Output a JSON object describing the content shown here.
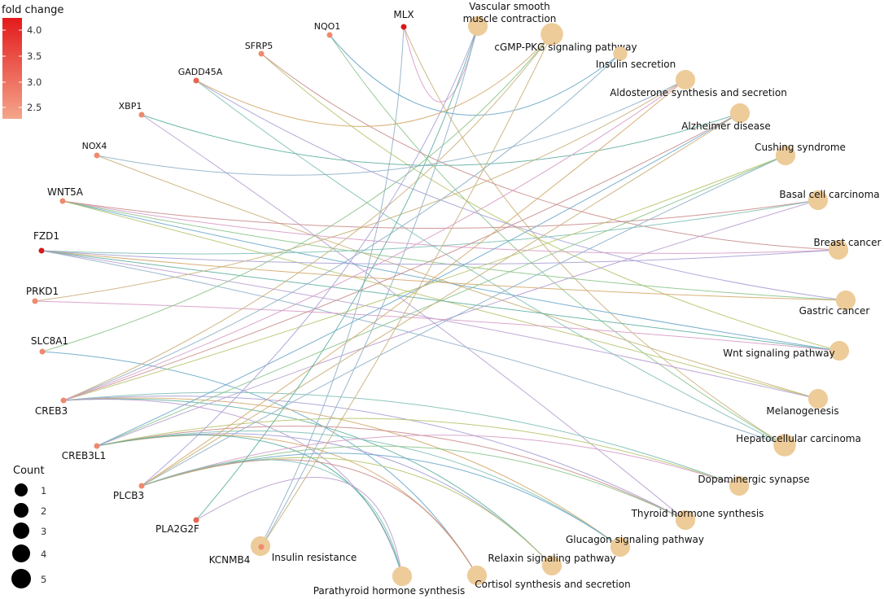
{
  "legend": {
    "fold_change": {
      "title": "fold change",
      "ticks": [
        "4.0",
        "3.5",
        "3.0",
        "2.5"
      ],
      "color_low": "#f4a58a",
      "color_high": "#e41a1c"
    },
    "count": {
      "title": "Count",
      "items": [
        "1",
        "2",
        "3",
        "4",
        "5"
      ]
    }
  },
  "colors": {
    "pathway_node": "#edcc9a",
    "gene_high": "#d7191c",
    "gene_mid": "#e8664f",
    "gene_low": "#ef8a6e"
  },
  "genes": [
    {
      "id": "MLX",
      "label": "MLX",
      "fc": 4.2
    },
    {
      "id": "NQO1",
      "label": "NQO1",
      "fc": 2.6
    },
    {
      "id": "SFRP5",
      "label": "SFRP5",
      "fc": 2.5
    },
    {
      "id": "GADD45A",
      "label": "GADD45A",
      "fc": 3.1
    },
    {
      "id": "XBP1",
      "label": "XBP1",
      "fc": 2.4
    },
    {
      "id": "NOX4",
      "label": "NOX4",
      "fc": 2.6
    },
    {
      "id": "WNT5A",
      "label": "WNT5A",
      "fc": 2.7
    },
    {
      "id": "FZD1",
      "label": "FZD1",
      "fc": 4.1
    },
    {
      "id": "PRKD1",
      "label": "PRKD1",
      "fc": 2.8
    },
    {
      "id": "SLC8A1",
      "label": "SLC8A1",
      "fc": 2.4
    },
    {
      "id": "CREB3",
      "label": "CREB3",
      "fc": 2.5
    },
    {
      "id": "CREB3L1",
      "label": "CREB3L1",
      "fc": 2.9
    },
    {
      "id": "PLCB3",
      "label": "PLCB3",
      "fc": 2.8
    },
    {
      "id": "PLA2G2F",
      "label": "PLA2G2F",
      "fc": 3.5
    },
    {
      "id": "KCNMB4",
      "label": "KCNMB4",
      "fc": 2.4
    }
  ],
  "pathways": [
    {
      "id": "vsmc",
      "label": "Vascular smooth\nmuscle contraction",
      "count": 3
    },
    {
      "id": "cgmp",
      "label": "cGMP-PKG signaling pathway",
      "count": 4
    },
    {
      "id": "ins_sec",
      "label": "Insulin secretion",
      "count": 1
    },
    {
      "id": "aldo",
      "label": "Aldosterone synthesis and secretion",
      "count": 3
    },
    {
      "id": "alz",
      "label": "Alzheimer disease",
      "count": 3
    },
    {
      "id": "cush",
      "label": "Cushing syndrome",
      "count": 3
    },
    {
      "id": "bcc",
      "label": "Basal cell carcinoma",
      "count": 3
    },
    {
      "id": "breast",
      "label": "Breast cancer",
      "count": 3
    },
    {
      "id": "gastric",
      "label": "Gastric cancer",
      "count": 3
    },
    {
      "id": "wnt",
      "label": "Wnt signaling pathway",
      "count": 3
    },
    {
      "id": "melano",
      "label": "Melanogenesis",
      "count": 3
    },
    {
      "id": "hcc",
      "label": "Hepatocellular carcinoma",
      "count": 4
    },
    {
      "id": "dopa",
      "label": "Dopaminergic synapse",
      "count": 3
    },
    {
      "id": "thyroid",
      "label": "Thyroid hormone synthesis",
      "count": 3
    },
    {
      "id": "glucagon",
      "label": "Glucagon signaling pathway",
      "count": 3
    },
    {
      "id": "relaxin",
      "label": "Relaxin signaling pathway",
      "count": 3
    },
    {
      "id": "cortisol",
      "label": "Cortisol synthesis and secretion",
      "count": 3
    },
    {
      "id": "pth",
      "label": "Parathyroid hormone synthesis",
      "count": 3
    },
    {
      "id": "ins_res",
      "label": "Insulin resistance",
      "count": 3
    }
  ],
  "edges": [
    [
      "MLX",
      "ins_res"
    ],
    [
      "MLX",
      "hcc"
    ],
    [
      "MLX",
      "vsmc"
    ],
    [
      "NQO1",
      "hcc"
    ],
    [
      "NQO1",
      "ins_sec"
    ],
    [
      "SFRP5",
      "wnt"
    ],
    [
      "SFRP5",
      "breast"
    ],
    [
      "GADD45A",
      "hcc"
    ],
    [
      "GADD45A",
      "gastric"
    ],
    [
      "GADD45A",
      "cgmp"
    ],
    [
      "XBP1",
      "alz"
    ],
    [
      "XBP1",
      "thyroid"
    ],
    [
      "NOX4",
      "aldo"
    ],
    [
      "NOX4",
      "melano"
    ],
    [
      "WNT5A",
      "breast"
    ],
    [
      "WNT5A",
      "gastric"
    ],
    [
      "WNT5A",
      "wnt"
    ],
    [
      "WNT5A",
      "melano"
    ],
    [
      "WNT5A",
      "bcc"
    ],
    [
      "FZD1",
      "bcc"
    ],
    [
      "FZD1",
      "breast"
    ],
    [
      "FZD1",
      "gastric"
    ],
    [
      "FZD1",
      "wnt"
    ],
    [
      "FZD1",
      "melano"
    ],
    [
      "FZD1",
      "hcc"
    ],
    [
      "PRKD1",
      "aldo"
    ],
    [
      "PRKD1",
      "wnt"
    ],
    [
      "SLC8A1",
      "cgmp"
    ],
    [
      "SLC8A1",
      "cortisol"
    ],
    [
      "CREB3",
      "cush"
    ],
    [
      "CREB3",
      "alz"
    ],
    [
      "CREB3",
      "dopa"
    ],
    [
      "CREB3",
      "thyroid"
    ],
    [
      "CREB3",
      "glucagon"
    ],
    [
      "CREB3",
      "relaxin"
    ],
    [
      "CREB3",
      "pth"
    ],
    [
      "CREB3",
      "ins_sec"
    ],
    [
      "CREB3",
      "cgmp"
    ],
    [
      "CREB3",
      "aldo"
    ],
    [
      "CREB3L1",
      "cush"
    ],
    [
      "CREB3L1",
      "alz"
    ],
    [
      "CREB3L1",
      "dopa"
    ],
    [
      "CREB3L1",
      "thyroid"
    ],
    [
      "CREB3L1",
      "glucagon"
    ],
    [
      "CREB3L1",
      "relaxin"
    ],
    [
      "CREB3L1",
      "cortisol"
    ],
    [
      "CREB3L1",
      "pth"
    ],
    [
      "CREB3L1",
      "bcc"
    ],
    [
      "PLCB3",
      "cush"
    ],
    [
      "PLCB3",
      "alz"
    ],
    [
      "PLCB3",
      "dopa"
    ],
    [
      "PLCB3",
      "thyroid"
    ],
    [
      "PLCB3",
      "glucagon"
    ],
    [
      "PLCB3",
      "relaxin"
    ],
    [
      "PLCB3",
      "cortisol"
    ],
    [
      "PLCB3",
      "pth"
    ],
    [
      "PLCB3",
      "vsmc"
    ],
    [
      "PLCB3",
      "aldo"
    ],
    [
      "PLA2G2F",
      "vsmc"
    ],
    [
      "PLA2G2F",
      "pth"
    ],
    [
      "KCNMB4",
      "vsmc"
    ],
    [
      "KCNMB4",
      "cgmp"
    ]
  ]
}
